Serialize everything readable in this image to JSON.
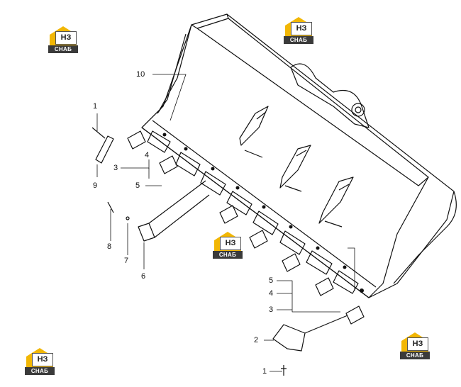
{
  "brand": {
    "logo_mark": "НЗ",
    "logo_text": "СНАБ",
    "colors": {
      "accent": "#f2b705",
      "dark": "#3a3a3a"
    }
  },
  "callouts": [
    "10",
    "1",
    "9",
    "3",
    "4",
    "5",
    "8",
    "7",
    "6",
    "5",
    "4",
    "3",
    "2",
    "1"
  ]
}
